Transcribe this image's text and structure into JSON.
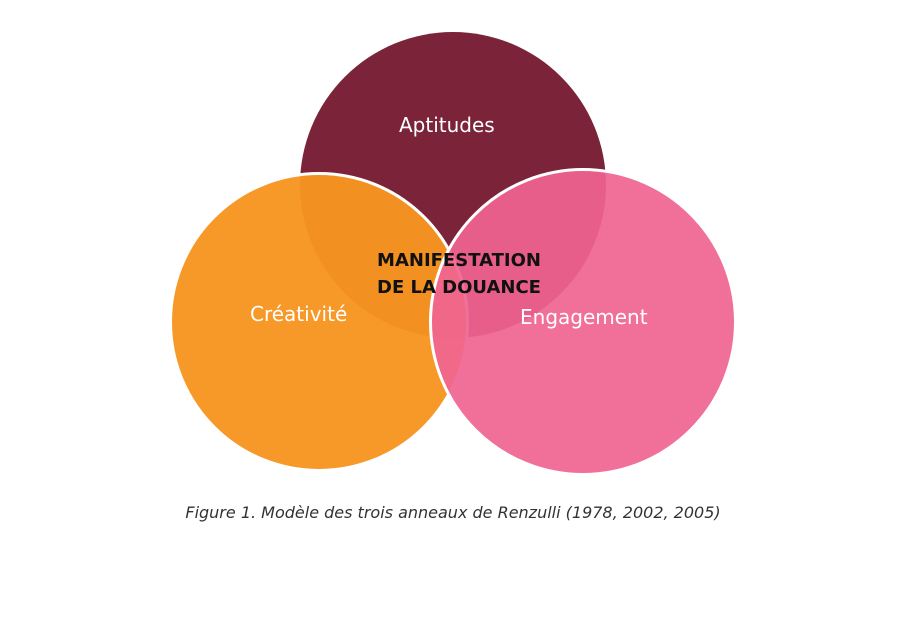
{
  "diagram": {
    "type": "venn",
    "circles": [
      {
        "label": "Aptitudes",
        "color": "#7b2339"
      },
      {
        "label": "Créativité",
        "color": "#f79520"
      },
      {
        "label": "Engagement",
        "color": "#f06491"
      }
    ],
    "intersection": {
      "line1": "MANIFESTATION",
      "line2": "DE LA DOUANCE"
    }
  },
  "caption": "Figure 1. Modèle des trois anneaux de Renzulli (1978, 2002, 2005)"
}
